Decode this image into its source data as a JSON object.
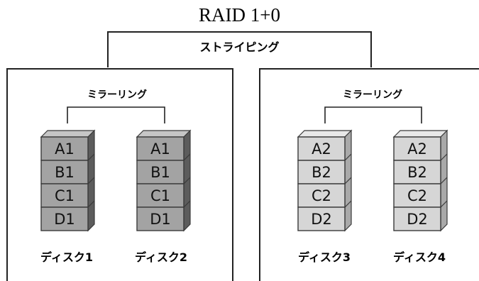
{
  "title": "RAID 1+0",
  "striping_label": "ストライピング",
  "groups": [
    {
      "mirror_label": "ミラーリング",
      "disks": [
        {
          "label": "ディスク1",
          "blocks": [
            "A1",
            "B1",
            "C1",
            "D1"
          ],
          "shade": "dark"
        },
        {
          "label": "ディスク2",
          "blocks": [
            "A1",
            "B1",
            "C1",
            "D1"
          ],
          "shade": "dark"
        }
      ]
    },
    {
      "mirror_label": "ミラーリング",
      "disks": [
        {
          "label": "ディスク3",
          "blocks": [
            "A2",
            "B2",
            "C2",
            "D2"
          ],
          "shade": "light"
        },
        {
          "label": "ディスク4",
          "blocks": [
            "A2",
            "B2",
            "C2",
            "D2"
          ],
          "shade": "light"
        }
      ]
    }
  ],
  "colors": {
    "dark": {
      "front": "#a3a3a3",
      "top": "#c6c6c6",
      "side": "#5c5c5c"
    },
    "light": {
      "front": "#d6d6d6",
      "top": "#e8e8e8",
      "side": "#a9a9a9"
    },
    "stroke": "#3a3a3a",
    "line": "#222222"
  }
}
